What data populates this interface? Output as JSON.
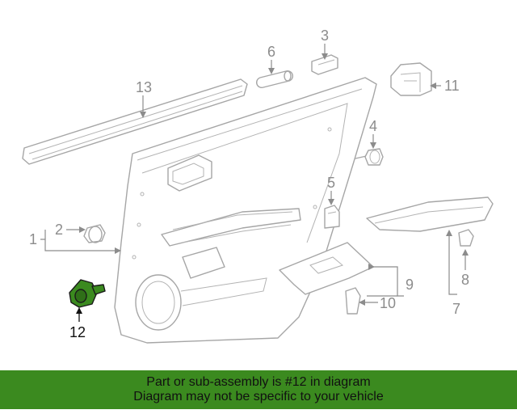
{
  "callouts": {
    "c1": "1",
    "c2": "2",
    "c3": "3",
    "c4": "4",
    "c5": "5",
    "c6": "6",
    "c7": "7",
    "c8": "8",
    "c9": "9",
    "c10": "10",
    "c11": "11",
    "c12": "12",
    "c13": "13"
  },
  "highlight_color": "#3b8a1f",
  "banner": {
    "line1": "Part or sub-assembly is #12 in diagram",
    "line2": "Diagram may not be specific to your vehicle"
  }
}
